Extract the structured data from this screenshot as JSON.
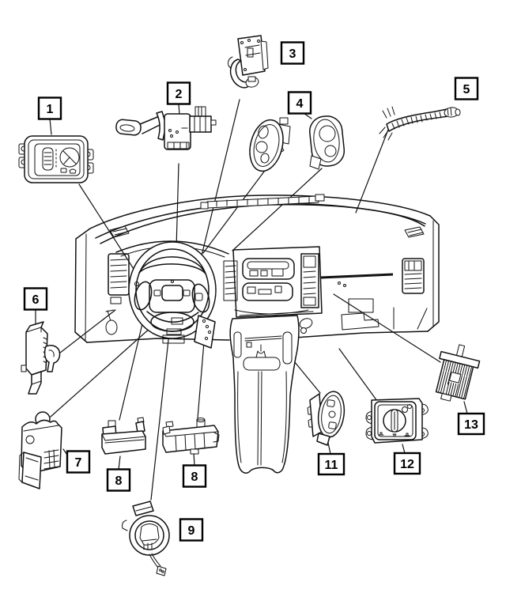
{
  "diagram": {
    "type": "exploded-parts-diagram",
    "colors": {
      "background": "#ffffff",
      "line": "#111111",
      "callout_border": "#000000"
    },
    "callouts": [
      {
        "label": "1"
      },
      {
        "label": "2"
      },
      {
        "label": "3"
      },
      {
        "label": "4"
      },
      {
        "label": "5"
      },
      {
        "label": "6"
      },
      {
        "label": "7"
      },
      {
        "label": "8"
      },
      {
        "label": "8"
      },
      {
        "label": "9"
      },
      {
        "label": "11"
      },
      {
        "label": "12"
      },
      {
        "label": "13"
      }
    ]
  }
}
